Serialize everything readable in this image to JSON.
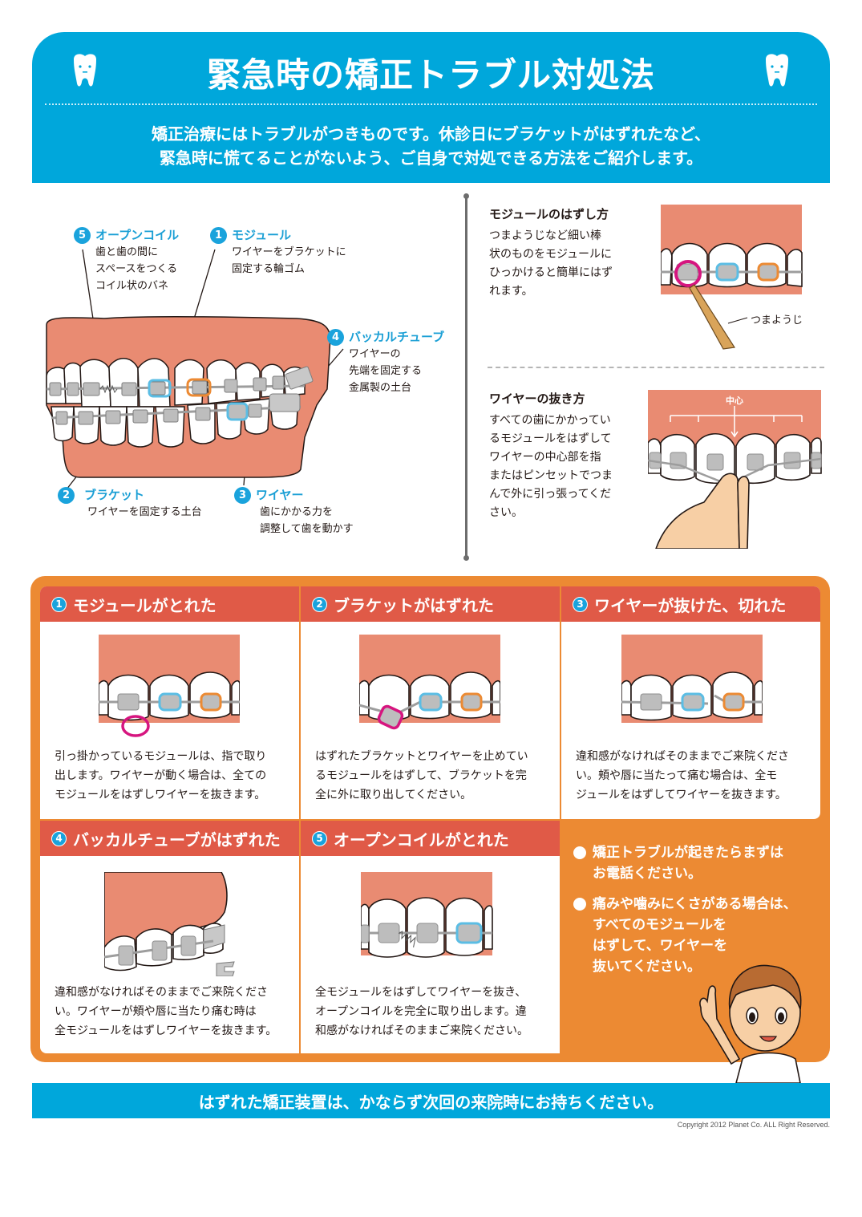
{
  "header": {
    "title": "緊急時の矯正トラブル対処法",
    "intro_line1": "矯正治療にはトラブルがつきものです。休診日にブラケットがはずれたなど、",
    "intro_line2": "緊急時に慌てることがないよう、ご自身で対処できる方法をご紹介します。",
    "icons": [
      "tooth-icon",
      "tooth-icon"
    ]
  },
  "diagram": {
    "parts": [
      {
        "num": "1",
        "title": "モジュール",
        "desc": [
          "ワイヤーをブラケットに",
          "固定する輪ゴム"
        ]
      },
      {
        "num": "2",
        "title": "ブラケット",
        "desc": [
          "ワイヤーを固定する土台"
        ]
      },
      {
        "num": "3",
        "title": "ワイヤー",
        "desc": [
          "歯にかかる力を",
          "調整して歯を動かす"
        ]
      },
      {
        "num": "4",
        "title": "バッカルチューブ",
        "desc": [
          "ワイヤーの",
          "先端を固定する",
          "金属製の土台"
        ]
      },
      {
        "num": "5",
        "title": "オープンコイル",
        "desc": [
          "歯と歯の間に",
          "スペースをつくる",
          "コイル状のバネ"
        ]
      }
    ]
  },
  "tips": [
    {
      "title": "モジュールのはずし方",
      "text": [
        "つまようじなど細い棒",
        "状のものをモジュールに",
        "ひっかけると簡単にはず",
        "れます。"
      ],
      "illus_label": "つまようじ"
    },
    {
      "title": "ワイヤーの抜き方",
      "text": [
        "すべての歯にかかってい",
        "るモジュールをはずして",
        "ワイヤーの中心部を指",
        "またはピンセットでつま",
        "んで外に引っ張ってくだ",
        "さい。"
      ],
      "illus_label": "中心"
    }
  ],
  "troubles": [
    {
      "num": "1",
      "title": "モジュールがとれた",
      "text": [
        "引っ掛かっているモジュールは、指で取り",
        "出します。ワイヤーが動く場合は、全ての",
        "モジュールをはずしワイヤーを抜きます。"
      ]
    },
    {
      "num": "2",
      "title": "ブラケットがはずれた",
      "text": [
        "はずれたブラケットとワイヤーを止めてい",
        "るモジュールをはずして、ブラケットを完",
        "全に外に取り出してください。"
      ]
    },
    {
      "num": "3",
      "title": "ワイヤーが抜けた、切れた",
      "text": [
        "違和感がなければそのままでご来院くださ",
        "い。頬や唇に当たって痛む場合は、全モ",
        "ジュールをはずしてワイヤーを抜きます。"
      ]
    },
    {
      "num": "4",
      "title": "バッカルチューブがはずれた",
      "text": [
        "違和感がなければそのままでご来院くださ",
        "い。ワイヤーが頬や唇に当たり痛む時は",
        "全モジュールをはずしワイヤーを抜きます。"
      ]
    },
    {
      "num": "5",
      "title": "オープンコイルがとれた",
      "text": [
        "全モジュールをはずしてワイヤーを抜き、",
        "オープンコイルを完全に取り出します。違",
        "和感がなければそのままご来院ください。"
      ]
    }
  ],
  "advice": [
    {
      "lines": [
        "矯正トラブルが起きたらまずは",
        "お電話ください。"
      ]
    },
    {
      "lines": [
        "痛みや噛みにくさがある場合は、",
        "すべてのモジュールを",
        "はずして、ワイヤーを",
        "抜いてください。"
      ]
    }
  ],
  "footer": {
    "message": "はずれた矯正装置は、かならず次回の来院時にお持ちください。",
    "copyright": "Copyright 2012 Planet Co. ALL Right Reserved."
  },
  "colors": {
    "brand_blue": "#00a7db",
    "panel_orange": "#ec8a33",
    "header_red": "#e05a47",
    "gum": "#e98b72",
    "module_blue": "#5bbde4",
    "module_orange": "#ec8a33",
    "highlight_magenta": "#d6157f"
  }
}
